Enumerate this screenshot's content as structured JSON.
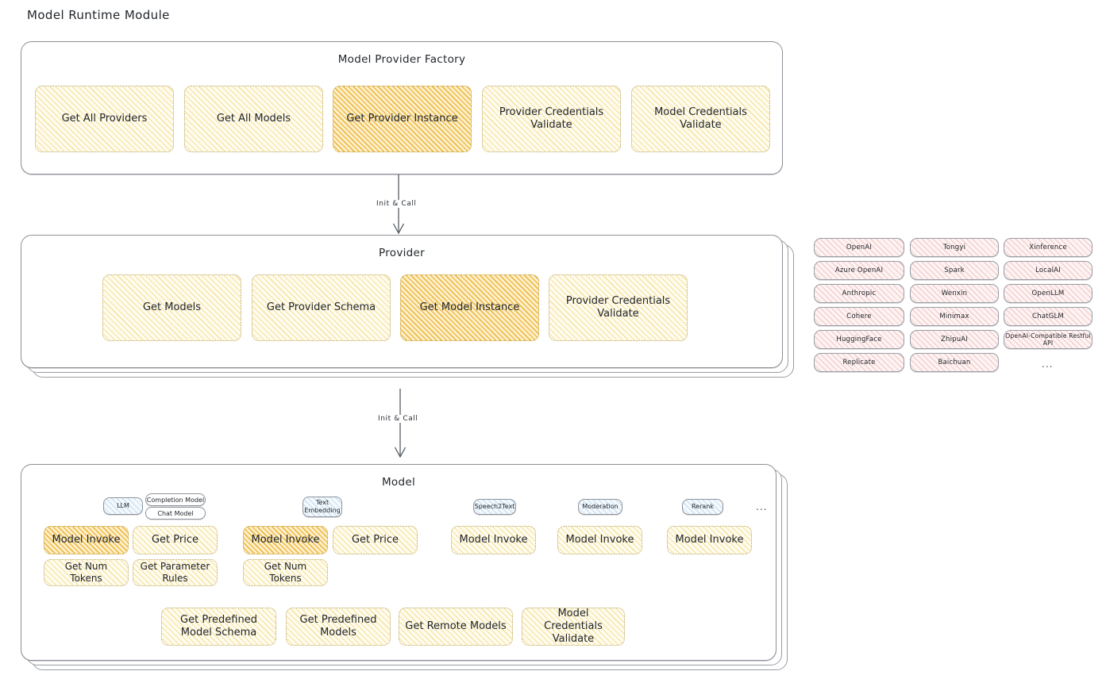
{
  "page": {
    "title": "Model Runtime Module"
  },
  "factory": {
    "title": "Model Provider Factory",
    "nodes": [
      {
        "label": "Get All Providers",
        "highlight": false
      },
      {
        "label": "Get All Models",
        "highlight": false
      },
      {
        "label": "Get Provider Instance",
        "highlight": true
      },
      {
        "label": "Provider Credentials Validate",
        "highlight": false
      },
      {
        "label": "Model Credentials Validate",
        "highlight": false
      }
    ]
  },
  "arrow1": {
    "label": "Init & Call"
  },
  "provider": {
    "title": "Provider",
    "nodes": [
      {
        "label": "Get Models",
        "highlight": false
      },
      {
        "label": "Get Provider Schema",
        "highlight": false
      },
      {
        "label": "Get Model Instance",
        "highlight": true
      },
      {
        "label": "Provider Credentials Validate",
        "highlight": false
      }
    ]
  },
  "provider_list": {
    "columns": [
      {
        "items": [
          "OpenAI",
          "Azure OpenAI",
          "Anthropic",
          "Cohere",
          "HuggingFace",
          "Replicate"
        ]
      },
      {
        "items": [
          "Tongyi",
          "Spark",
          "Wenxin",
          "Minimax",
          "ZhipuAI",
          "Baichuan"
        ]
      },
      {
        "items": [
          "Xinference",
          "LocalAI",
          "OpenLLM",
          "ChatGLM",
          "OpenAI-Compatible Restful API"
        ]
      }
    ],
    "more": "..."
  },
  "arrow2": {
    "label": "Init & Call"
  },
  "model": {
    "title": "Model",
    "more": "...",
    "types": [
      {
        "name": "LLM",
        "sub": [
          "Completion Model",
          "Chat Model"
        ]
      },
      {
        "name": "Text Embedding",
        "sub": []
      },
      {
        "name": "Speech2Text",
        "sub": []
      },
      {
        "name": "Moderation",
        "sub": []
      },
      {
        "name": "Rerank",
        "sub": []
      }
    ],
    "ops": {
      "llm": [
        {
          "label": "Model Invoke",
          "highlight": true
        },
        {
          "label": "Get Price",
          "highlight": false
        },
        {
          "label": "Get Num Tokens",
          "highlight": false
        },
        {
          "label": "Get Parameter Rules",
          "highlight": false
        }
      ],
      "embedding": [
        {
          "label": "Model Invoke",
          "highlight": true
        },
        {
          "label": "Get Price",
          "highlight": false
        },
        {
          "label": "Get Num Tokens",
          "highlight": false
        }
      ],
      "speech2text": [
        {
          "label": "Model Invoke",
          "highlight": false
        }
      ],
      "moderation": [
        {
          "label": "Model Invoke",
          "highlight": false
        }
      ],
      "rerank": [
        {
          "label": "Model Invoke",
          "highlight": false
        }
      ]
    },
    "common_ops": [
      {
        "label": "Get Predefined Model Schema",
        "highlight": false
      },
      {
        "label": "Get Predefined Models",
        "highlight": false
      },
      {
        "label": "Get Remote Models",
        "highlight": false
      },
      {
        "label": "Model Credentials Validate",
        "highlight": false
      }
    ]
  }
}
